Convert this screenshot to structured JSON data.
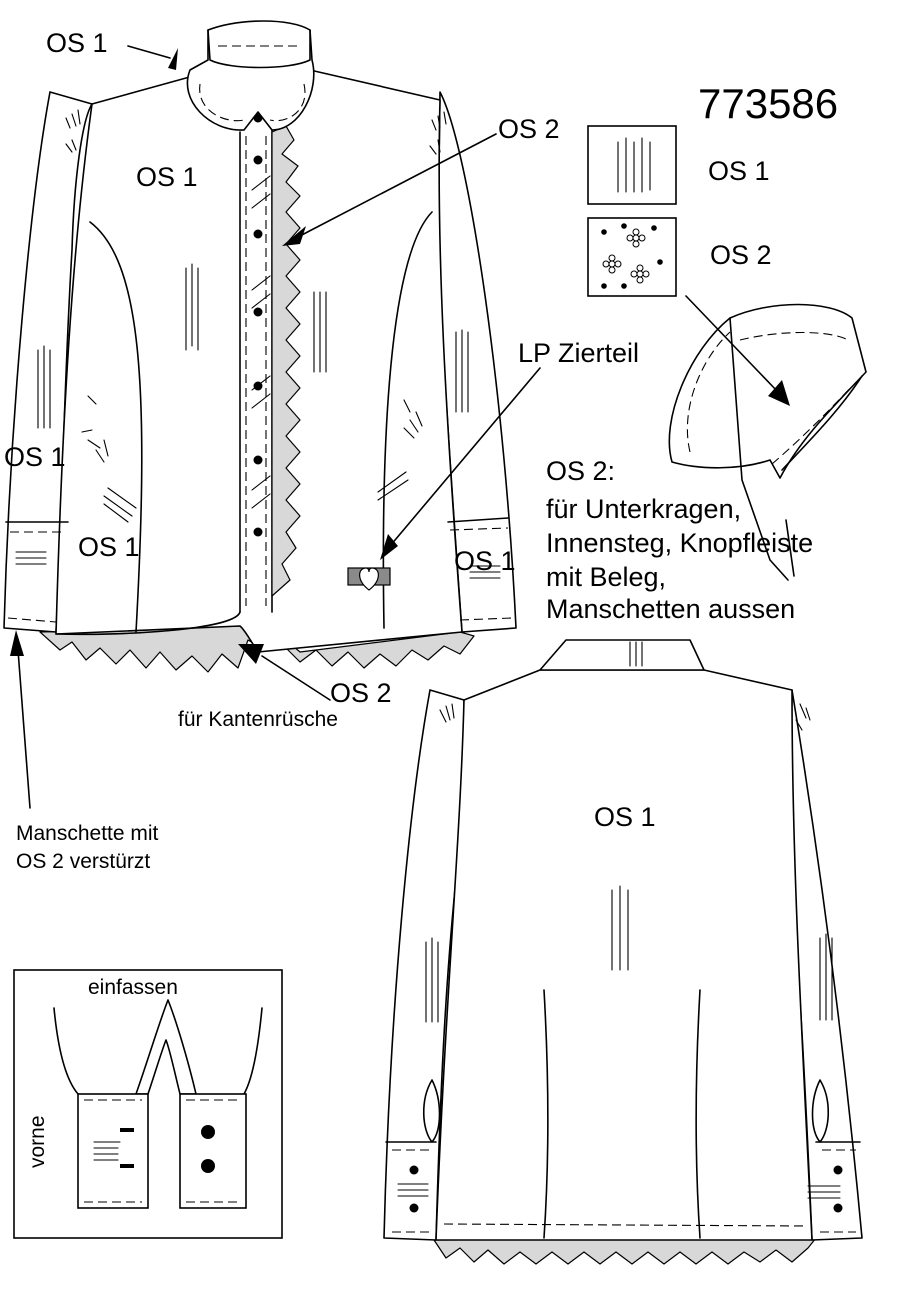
{
  "article_number": "773586",
  "legend": {
    "os1": "OS 1",
    "os2": "OS 2"
  },
  "front": {
    "collar_label": "OS 1",
    "body_label": "OS 1",
    "left_sleeve_label": "OS 1",
    "left_lower_label": "OS 1",
    "right_cuff_label": "OS 1",
    "placket_arrow_label": "OS 2",
    "hem_ruffle_label": "OS 2",
    "hem_ruffle_note": "für Kantenrüsche",
    "decor_label": "LP Zierteil",
    "cuff_note_line1": "Manschette mit",
    "cuff_note_line2": "OS 2 verstürzt"
  },
  "notes": {
    "title": "OS 2:",
    "line1": "für Unterkragen,",
    "line2": "Innensteg, Knopfleiste",
    "line3": "mit Beleg,",
    "line4": "Manschetten aussen"
  },
  "back": {
    "body_label": "OS 1"
  },
  "cuff_detail": {
    "title": "einfassen",
    "side_label": "vorne"
  }
}
